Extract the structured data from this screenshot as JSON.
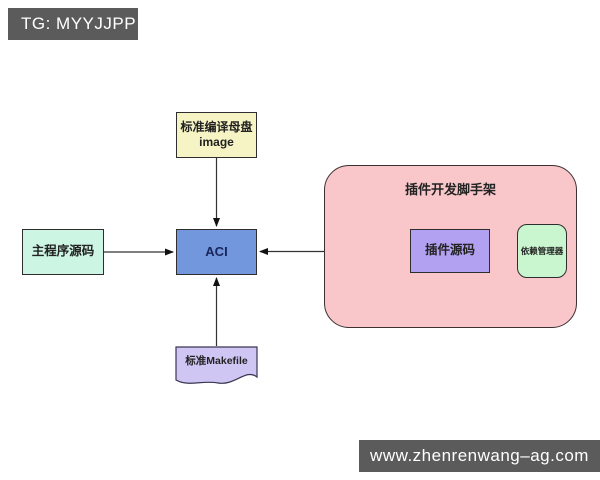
{
  "badge": {
    "text": "TG: MYYJJPP"
  },
  "watermark": {
    "text": "www.zhenrenwang–ag.com"
  },
  "diagram": {
    "container": {
      "label": "插件开发脚手架",
      "fill": "#f9c7ca"
    },
    "nodes": {
      "master_image": {
        "line1": "标准编译母盘",
        "line2": "image",
        "fill": "#f6f3c4"
      },
      "main_source": {
        "label": "主程序源码",
        "fill": "#cdf5e3"
      },
      "aci": {
        "label": "ACI",
        "fill": "#7397dd"
      },
      "plugin_source": {
        "label": "插件源码",
        "fill": "#b2a1f0"
      },
      "dependency_manager": {
        "label": "依赖管理器",
        "fill": "#c9f6cf"
      },
      "makefile": {
        "label": "标准Makefile",
        "fill": "#cfc6f4"
      }
    },
    "edges": [
      {
        "from": "master_image",
        "to": "aci"
      },
      {
        "from": "main_source",
        "to": "aci"
      },
      {
        "from": "plugin_source",
        "to": "aci"
      },
      {
        "from": "makefile",
        "to": "aci"
      },
      {
        "from": "plugin_source",
        "to": "dependency_manager"
      }
    ]
  },
  "colors": {
    "canvas_bg": "#ffffff",
    "badge_bg": "#5b5b5b",
    "badge_text": "#ffffff",
    "node_border": "#2e2e2e",
    "arrow": "#333333",
    "aci_text": "#17255c"
  }
}
